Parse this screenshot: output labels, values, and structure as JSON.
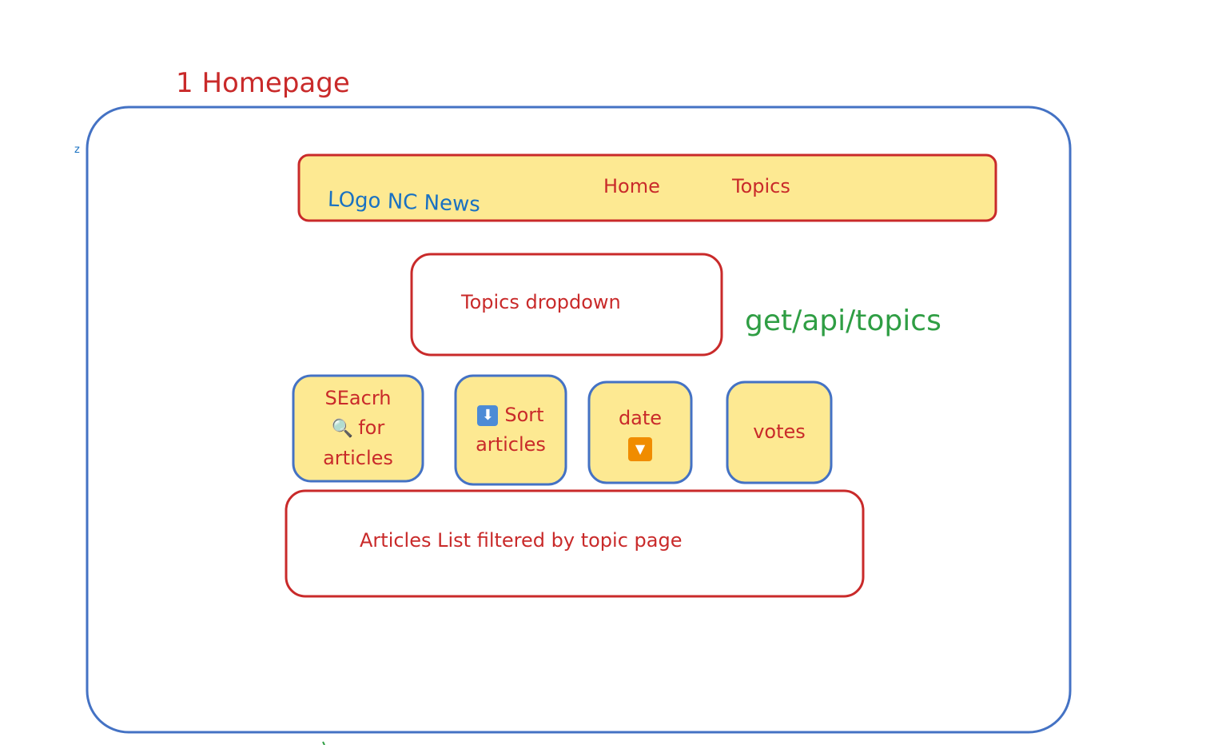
{
  "diagram": {
    "title": "1 Homepage",
    "stray_mark": "z",
    "header": {
      "logo": "LOgo NC News",
      "nav_home": "Home",
      "nav_topics": "Topics"
    },
    "topics_dropdown": {
      "label": "Topics dropdown",
      "api_note": "get/api/topics"
    },
    "controls": {
      "search": {
        "line1": "SEacrh",
        "line2": "for",
        "line3": "articles",
        "icon": "magnifier-icon"
      },
      "sort": {
        "line1": "Sort",
        "line2": "articles",
        "icon": "down-arrow-icon"
      },
      "date": {
        "label": "date",
        "icon": "down-triangle-icon"
      },
      "votes": {
        "label": "votes"
      }
    },
    "articles_list": {
      "label": "Articles List filtered by topic page"
    }
  },
  "colors": {
    "outline_blue": "#4472c4",
    "outline_red": "#c92a2a",
    "fill_yellow": "#fde992",
    "text_red": "#c92a2a",
    "text_blue": "#1971c2",
    "text_green": "#2f9e44"
  }
}
